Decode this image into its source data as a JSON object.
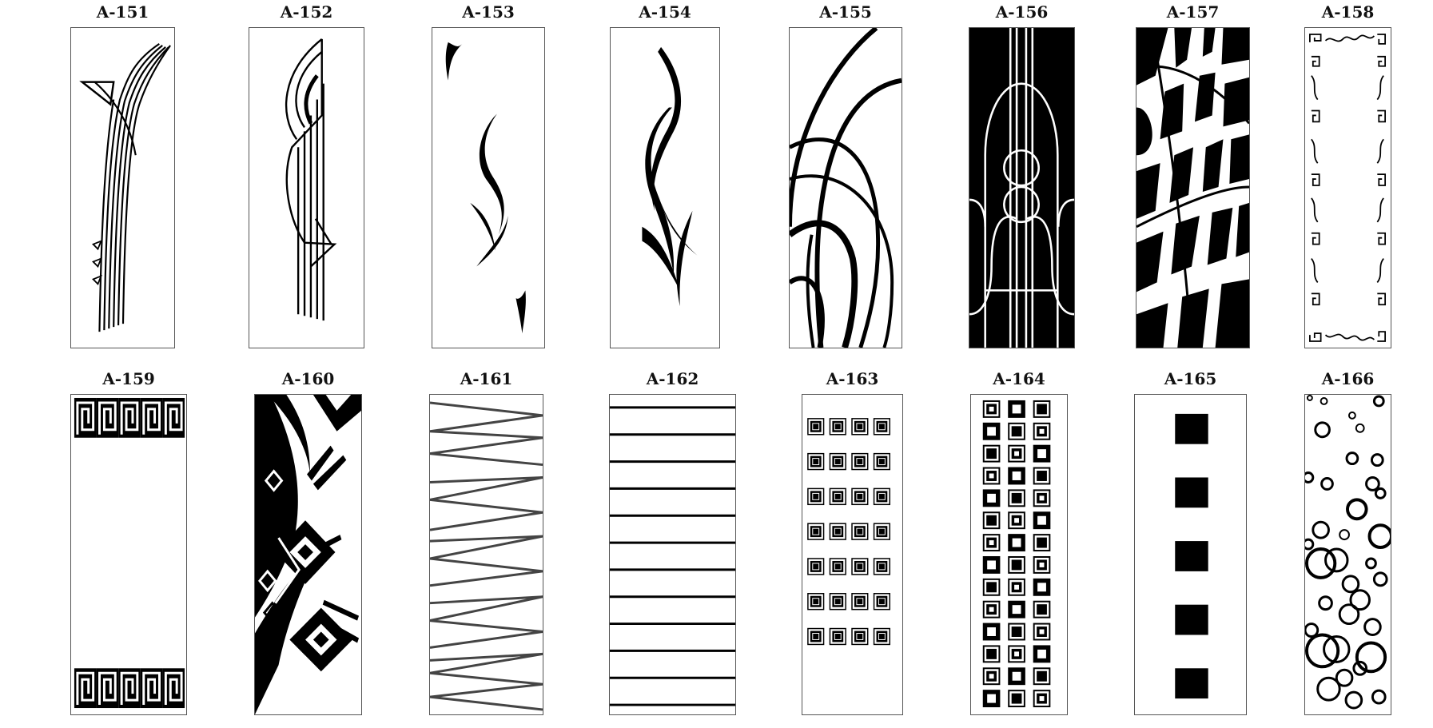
{
  "panels": [
    {
      "code": "A-151",
      "pattern": "fan-lines-with-triangles"
    },
    {
      "code": "A-152",
      "pattern": "arched-pin-stripes"
    },
    {
      "code": "A-153",
      "pattern": "sparse-calligraphic-strokes"
    },
    {
      "code": "A-154",
      "pattern": "bold-calligraphic-flourish"
    },
    {
      "code": "A-155",
      "pattern": "intersecting-arcs"
    },
    {
      "code": "A-156",
      "pattern": "black-field-white-arches"
    },
    {
      "code": "A-157",
      "pattern": "warped-checker-stripes"
    },
    {
      "code": "A-158",
      "pattern": "spiral-meander-border"
    },
    {
      "code": "A-159",
      "pattern": "greek-key-bands"
    },
    {
      "code": "A-160",
      "pattern": "diamonds-and-wedges"
    },
    {
      "code": "A-161",
      "pattern": "zigzag-lines"
    },
    {
      "code": "A-162",
      "pattern": "horizontal-stripes"
    },
    {
      "code": "A-163",
      "pattern": "square-grid-4x7"
    },
    {
      "code": "A-164",
      "pattern": "nested-squares-3x14"
    },
    {
      "code": "A-165",
      "pattern": "five-black-squares"
    },
    {
      "code": "A-166",
      "pattern": "scattered-circles"
    }
  ],
  "colors": {
    "ink": "#000000",
    "paper": "#ffffff",
    "frame": "#555555"
  }
}
